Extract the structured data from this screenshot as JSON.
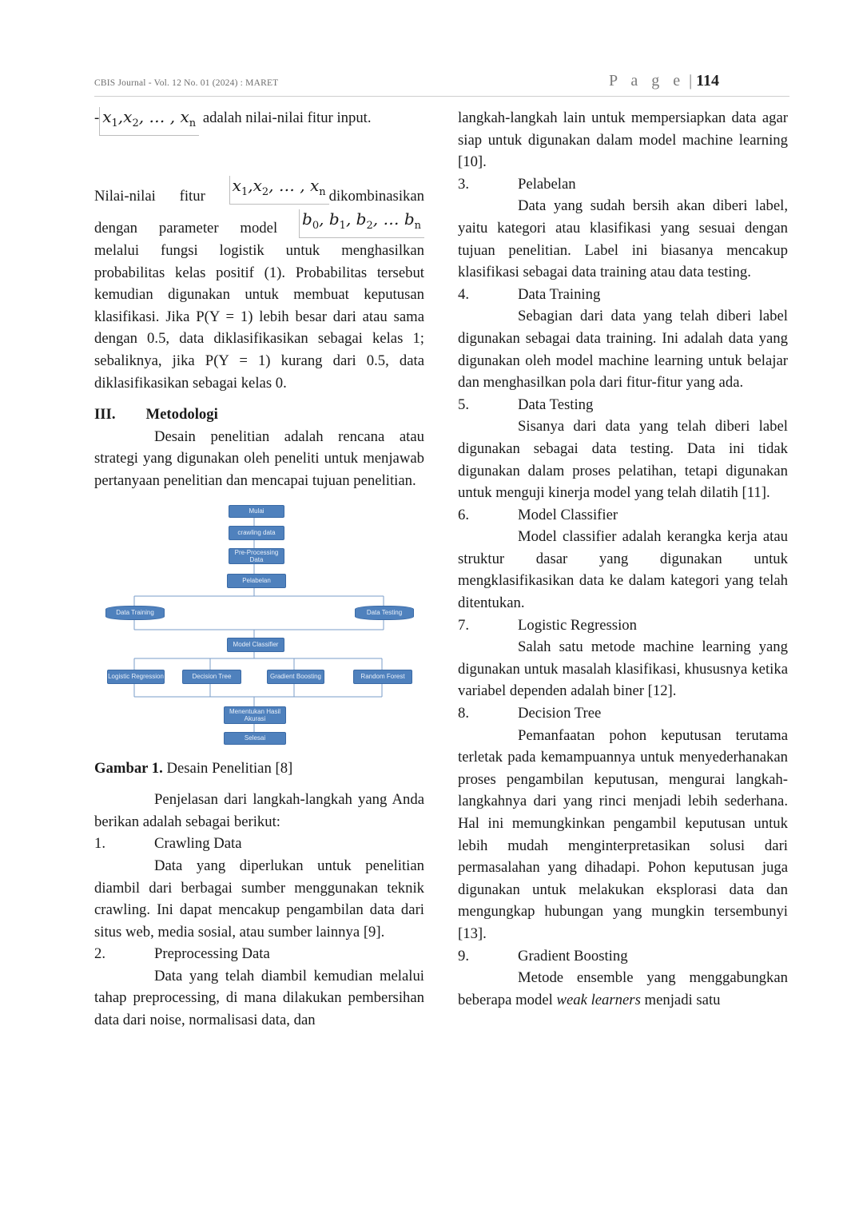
{
  "header": {
    "journal": "CBIS Journal - Vol. 12 No. 01 (2024) : MARET",
    "page_label": "P a g e",
    "page_sep": " | ",
    "page_number": "114"
  },
  "left": {
    "bullet_dash": "-",
    "bullet_text": " adalah nilai-nilai fitur input.",
    "para1_a": "Nilai-nilai fitur",
    "para1_b": "dikombinasikan",
    "para1_c": "dengan parameter model",
    "para1_d": "melalui fungsi logistik untuk menghasilkan probabilitas kelas positif (1). Probabilitas tersebut kemudian digunakan untuk membuat keputusan klasifikasi. Jika P(Y = 1) lebih besar dari atau sama dengan 0.5, data diklasifikasikan sebagai kelas 1; sebaliknya, jika  P(Y = 1) kurang dari 0.5, data diklasifikasikan sebagai kelas 0.",
    "section_num": "III.",
    "section_title": "Metodologi",
    "section_para": "Desain penelitian adalah rencana atau strategi yang digunakan oleh peneliti untuk menjawab pertanyaan penelitian dan mencapai tujuan penelitian.",
    "caption_bold": "Gambar 1.",
    "caption_text": " Desain Penelitian [8]",
    "intro": "Penjelasan dari langkah-langkah yang Anda berikan adalah sebagai berikut:",
    "item1_num": "1.",
    "item1_title": "Crawling Data",
    "item1_text": "Data yang diperlukan untuk penelitian diambil dari berbagai sumber menggunakan teknik crawling. Ini dapat mencakup pengambilan data dari situs web, media sosial, atau sumber lainnya [9].",
    "item2_num": "2.",
    "item2_title": "Preprocessing Data",
    "item2_text": "Data yang telah diambil kemudian melalui tahap preprocessing, di mana dilakukan pembersihan data dari noise, normalisasi data, dan"
  },
  "math": {
    "x_seq": "x1,x2, … , xn",
    "b_seq": "b0, b1, b2, … bn"
  },
  "flowchart": {
    "mulai": "Mulai",
    "crawling": "crawling data",
    "preprocessing": "Pre-Processing Data",
    "pelabelan": "Pelabelan",
    "training": "Data Training",
    "testing": "Data Testing",
    "model": "Model Classifier",
    "logistic": "Logistic Regression",
    "tree": "Decision Tree",
    "gradient": "Gradient Boosting",
    "forest": "Random Forest",
    "menentukan": "Menentukan Hasil Akurasi",
    "selesai": "Selesai"
  },
  "right": {
    "cont_text": "langkah-langkah lain untuk mempersiapkan data agar siap untuk digunakan dalam model machine learning [10].",
    "item3_num": "3.",
    "item3_title": "Pelabelan",
    "item3_text": "Data yang sudah bersih akan diberi label, yaitu kategori atau klasifikasi yang sesuai dengan tujuan penelitian. Label ini biasanya mencakup klasifikasi sebagai data training atau data testing.",
    "item4_num": "4.",
    "item4_title": "Data Training",
    "item4_text": "Sebagian dari data yang telah diberi label digunakan sebagai data training. Ini adalah data yang digunakan oleh model machine learning untuk belajar dan menghasilkan pola dari fitur-fitur yang ada.",
    "item5_num": "5.",
    "item5_title": "Data Testing",
    "item5_text": "Sisanya dari data yang telah diberi label digunakan sebagai data testing. Data ini tidak digunakan dalam proses pelatihan, tetapi digunakan untuk menguji kinerja model yang telah dilatih [11].",
    "item6_num": "6.",
    "item6_title": "Model Classifier",
    "item6_text": "Model classifier adalah kerangka kerja atau struktur dasar yang digunakan untuk mengklasifikasikan data ke dalam kategori yang telah ditentukan.",
    "item7_num": "7.",
    "item7_title": "Logistic Regression",
    "item7_text": "Salah satu metode machine learning yang digunakan untuk masalah klasifikasi, khususnya ketika variabel dependen adalah biner [12].",
    "item8_num": "8.",
    "item8_title": "Decision Tree",
    "item8_text": "Pemanfaatan pohon keputusan terutama terletak pada kemampuannya untuk menyederhanakan proses pengambilan keputusan, mengurai langkah-langkahnya dari yang rinci menjadi lebih sederhana. Hal ini memungkinkan pengambil keputusan untuk lebih mudah menginterpretasikan solusi dari permasalahan yang dihadapi. Pohon keputusan juga digunakan untuk melakukan eksplorasi data dan mengungkap hubungan yang mungkin tersembunyi [13].",
    "item9_num": "9.",
    "item9_title": "Gradient Boosting",
    "item9_text_a": "Metode ensemble yang menggabungkan beberapa model ",
    "item9_text_em": "weak learners",
    "item9_text_b": " menjadi satu"
  }
}
